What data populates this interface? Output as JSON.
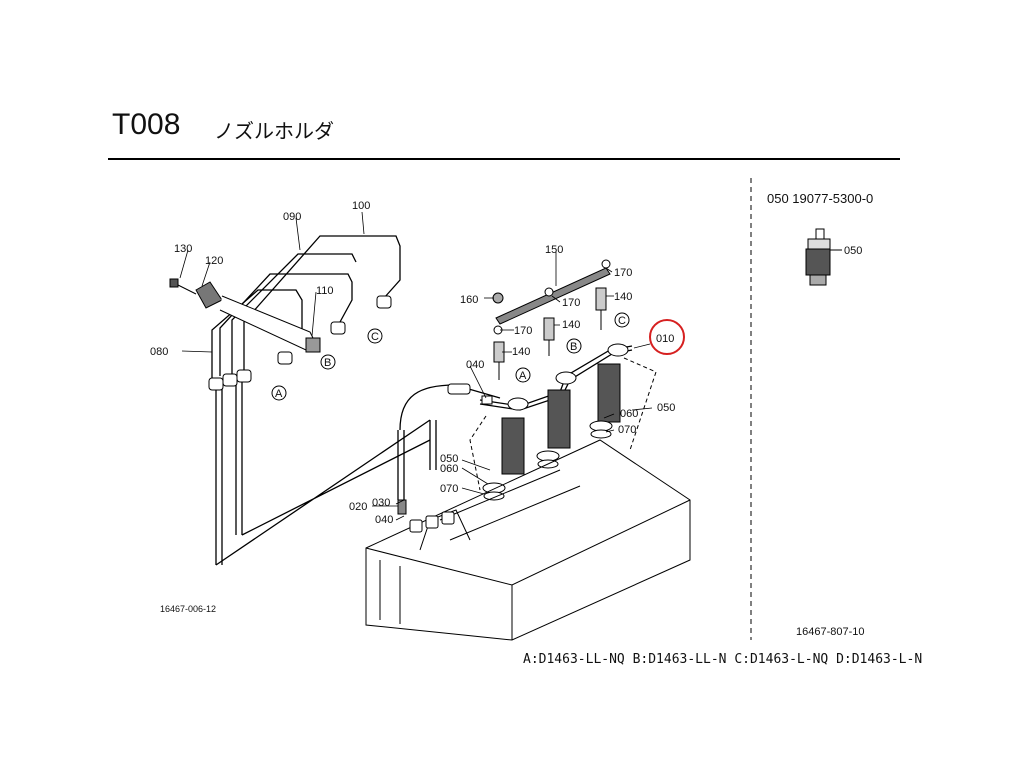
{
  "header": {
    "code": "T008",
    "title": "ノズルホルダ"
  },
  "side_panel": {
    "part_line": "050 19077-5300-0",
    "label": "050"
  },
  "figure_numbers": {
    "left": "16467-006-12",
    "right": "16467-807-10"
  },
  "legend": "A:D1463-LL-NQ B:D1463-LL-N C:D1463-L-NQ D:D1463-L-N",
  "callouts": {
    "c010": "010",
    "c020": "020",
    "c030": "030",
    "c040a": "040",
    "c040b": "040",
    "c050a": "050",
    "c050b": "050",
    "c060a": "060",
    "c060b": "060",
    "c070a": "070",
    "c070b": "070",
    "c080": "080",
    "c090": "090",
    "c100": "100",
    "c110": "110",
    "c120": "120",
    "c130": "130",
    "c140a": "140",
    "c140b": "140",
    "c140c": "140",
    "c150": "150",
    "c160": "160",
    "c170a": "170",
    "c170b": "170",
    "c170c": "170"
  },
  "markers": {
    "a1": "A",
    "a2": "A",
    "b1": "B",
    "b2": "B",
    "c1": "C",
    "c2": "C"
  },
  "highlight": {
    "color": "#d62020"
  }
}
